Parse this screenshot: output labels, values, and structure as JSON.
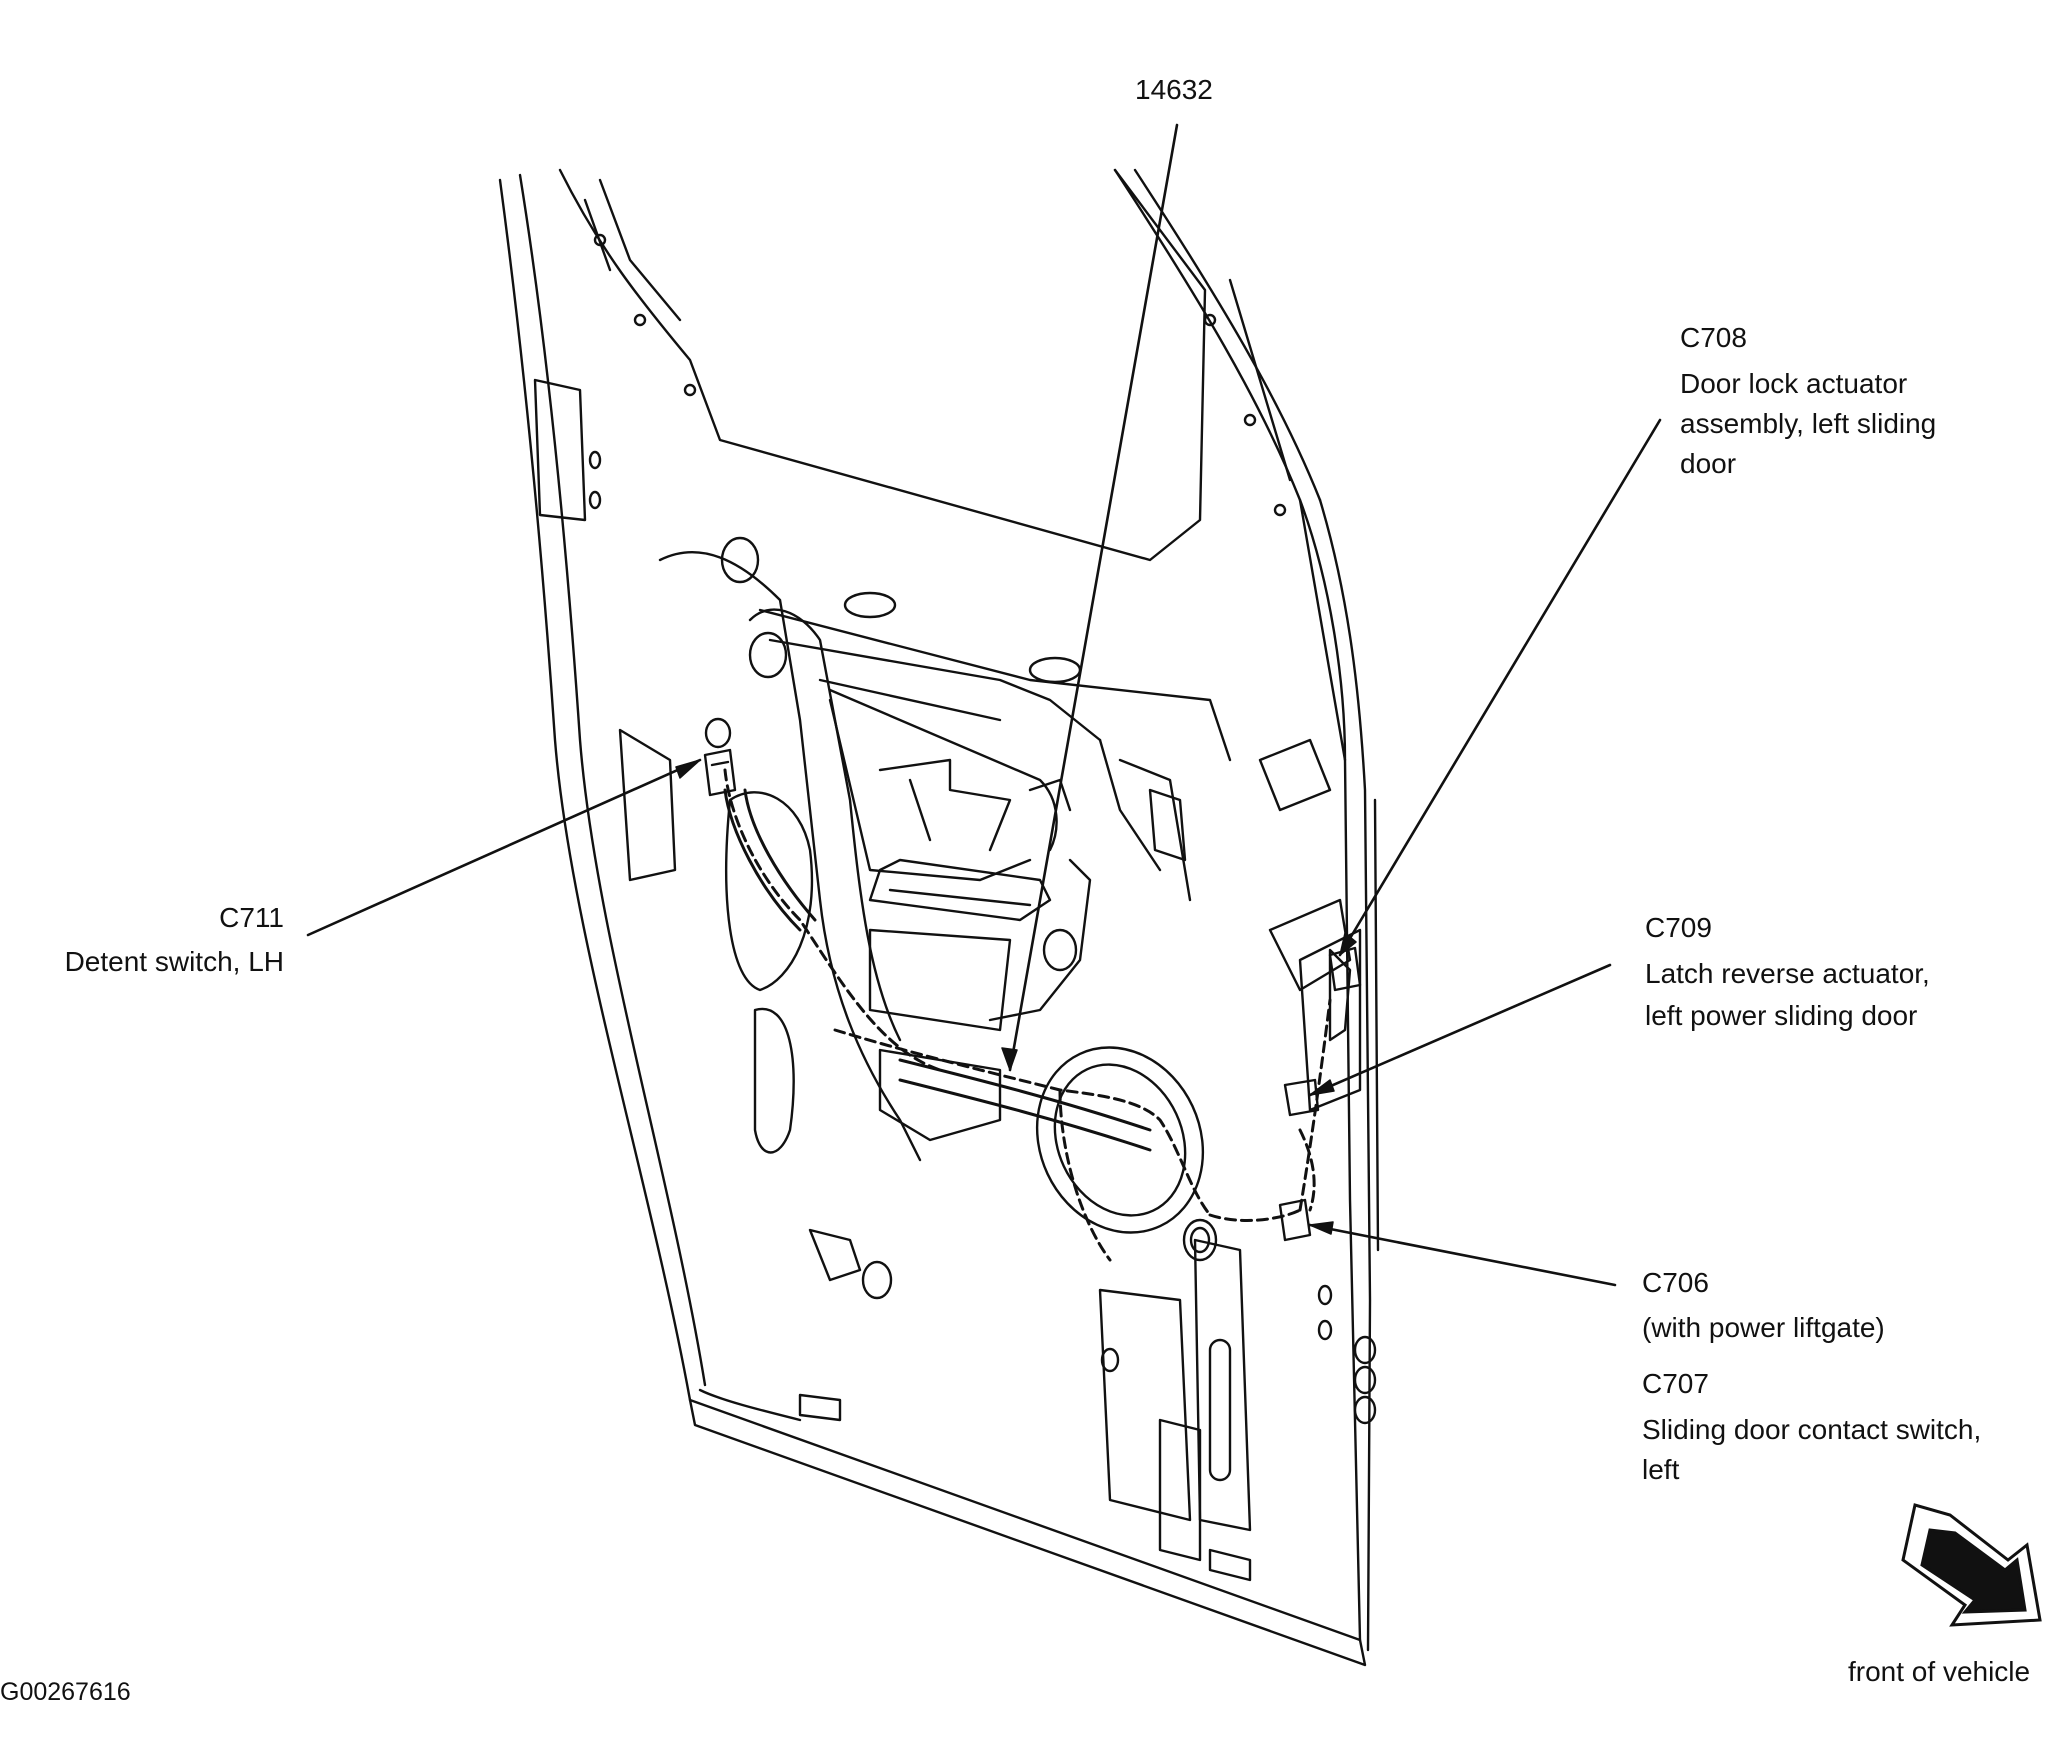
{
  "callouts": {
    "part_14632": {
      "code": "14632"
    },
    "c708": {
      "code": "C708",
      "lines": [
        "Door lock actuator",
        "assembly, left sliding",
        "door"
      ]
    },
    "c711": {
      "code": "C711",
      "lines": [
        "Detent switch, LH"
      ]
    },
    "c709": {
      "code": "C709",
      "lines": [
        "Latch reverse actuator,",
        "left power sliding door"
      ]
    },
    "c706": {
      "code": "C706",
      "lines": [
        "(with power liftgate)"
      ]
    },
    "c707": {
      "code": "C707",
      "lines": [
        "Sliding door contact switch,",
        "left"
      ]
    }
  },
  "orientation": {
    "label": "front of vehicle",
    "icon": "direction-arrow-icon"
  },
  "figure_id": "G00267616",
  "colors": {
    "ink": "#111111",
    "background": "#ffffff"
  }
}
